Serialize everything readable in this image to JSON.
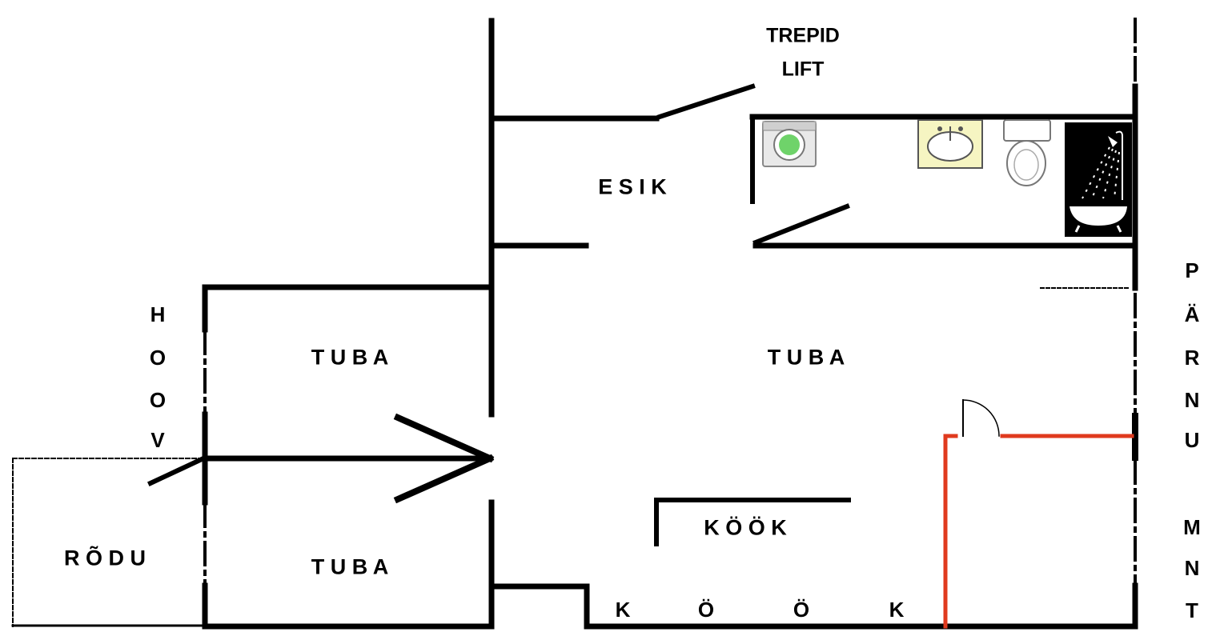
{
  "labels": {
    "trepid": "TREPID",
    "lift": "LIFT",
    "esik": "E S I K",
    "tuba_left_top": "T U B A",
    "tuba_center": "T U B A",
    "tuba_left_bottom": "T U B A",
    "rodu": "R Õ D U",
    "kook_inner": "K Ö Ö K",
    "kook_bottom": [
      "K",
      "Ö",
      "Ö",
      "K"
    ],
    "hoov": [
      "H",
      "O",
      "O",
      "V"
    ],
    "parnu": [
      "P",
      "Ä",
      "R",
      "N",
      "U"
    ],
    "mnt": [
      "M",
      "N",
      "T"
    ]
  },
  "colors": {
    "wall": "#000000",
    "new_partition": "#e03a1e",
    "washer_drum": "#6fd36a",
    "sink_bg": "#f6f5c2",
    "shower_bg": "#000000"
  },
  "icons": [
    "washing-machine-icon",
    "sink-icon",
    "toilet-icon",
    "shower-bathtub-icon",
    "door-swing-icon",
    "entrance-arrow-icon"
  ]
}
